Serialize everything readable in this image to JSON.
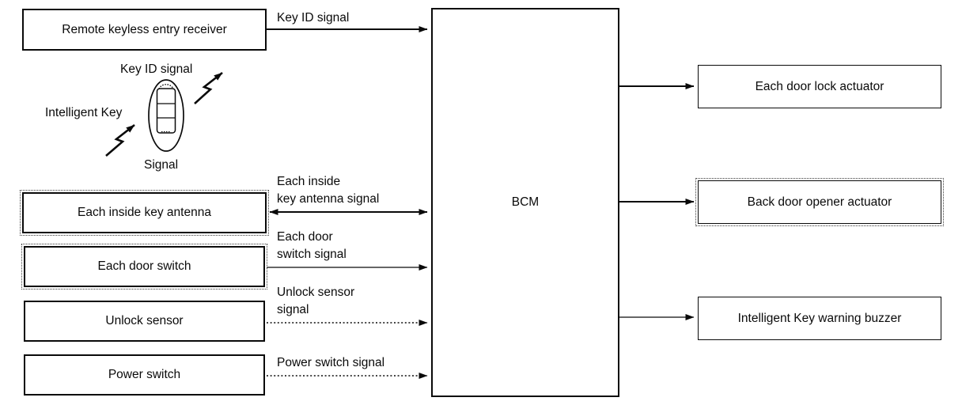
{
  "boxes": {
    "remote_keyless_entry_receiver": {
      "label": "Remote keyless entry receiver"
    },
    "each_inside_key_antenna": {
      "label": "Each inside key antenna"
    },
    "each_door_switch": {
      "label": "Each door switch"
    },
    "unlock_sensor": {
      "label": "Unlock sensor"
    },
    "power_switch": {
      "label": "Power switch"
    },
    "bcm": {
      "label": "BCM"
    },
    "each_door_lock_actuator": {
      "label": "Each door lock actuator"
    },
    "back_door_opener_actuator": {
      "label": "Back door opener actuator"
    },
    "intelligent_key_warning_buzzer": {
      "label": "Intelligent Key warning buzzer"
    }
  },
  "signal_labels": {
    "key_id": {
      "line1": "Key ID signal"
    },
    "inside_key_antenna": {
      "line1": "Each inside",
      "line2": "key antenna signal"
    },
    "door_switch": {
      "line1": "Each door",
      "line2": "switch signal"
    },
    "unlock_sensor": {
      "line1": "Unlock sensor",
      "line2": "signal"
    },
    "power_switch": {
      "line1": "Power switch signal"
    }
  },
  "key_illustration": {
    "top_label": "Key ID signal",
    "left_label": "Intelligent Key",
    "bottom_label": "Signal"
  },
  "colors": {
    "ink": "#000000",
    "paper": "#ffffff"
  }
}
